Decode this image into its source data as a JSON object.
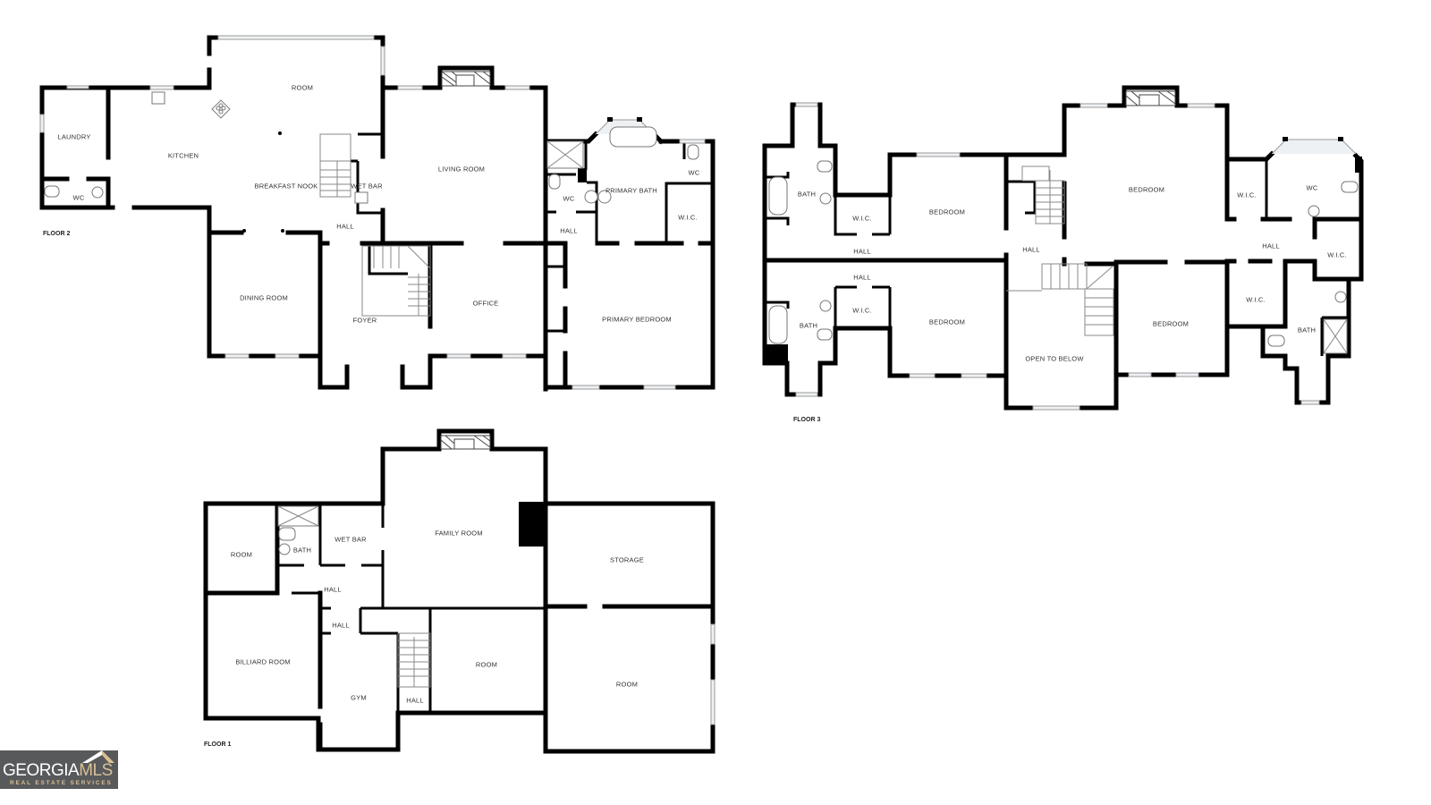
{
  "floors": {
    "floor2": {
      "label": "FLOOR 2",
      "rooms": [
        {
          "name": "laundry",
          "label": "LAUNDRY"
        },
        {
          "name": "wc",
          "label": "WC"
        },
        {
          "name": "kitchen",
          "label": "KITCHEN"
        },
        {
          "name": "room",
          "label": "ROOM"
        },
        {
          "name": "breakfast-nook",
          "label": "BREAKFAST NOOK"
        },
        {
          "name": "wet-bar",
          "label": "WET BAR"
        },
        {
          "name": "hall-1",
          "label": "HALL"
        },
        {
          "name": "living-room",
          "label": "LIVING ROOM"
        },
        {
          "name": "wc-2",
          "label": "WC"
        },
        {
          "name": "primary-bath",
          "label": "PRIMARY BATH"
        },
        {
          "name": "wc-3",
          "label": "WC"
        },
        {
          "name": "wic",
          "label": "W.I.C."
        },
        {
          "name": "hall-2",
          "label": "HALL"
        },
        {
          "name": "dining-room",
          "label": "DINING ROOM"
        },
        {
          "name": "foyer",
          "label": "FOYER"
        },
        {
          "name": "office",
          "label": "OFFICE"
        },
        {
          "name": "primary-bedroom",
          "label": "PRIMARY BEDROOM"
        }
      ]
    },
    "floor3": {
      "label": "FLOOR 3",
      "rooms": [
        {
          "name": "bath-1",
          "label": "BATH"
        },
        {
          "name": "wic-1",
          "label": "W.I.C."
        },
        {
          "name": "hall-1",
          "label": "HALL"
        },
        {
          "name": "bedroom-1",
          "label": "BEDROOM"
        },
        {
          "name": "hall-2",
          "label": "HALL"
        },
        {
          "name": "bedroom-2",
          "label": "BEDROOM"
        },
        {
          "name": "wic-2",
          "label": "W.I.C."
        },
        {
          "name": "wc",
          "label": "WC"
        },
        {
          "name": "hall-3",
          "label": "HALL"
        },
        {
          "name": "wic-3",
          "label": "W.I.C."
        },
        {
          "name": "hall-4",
          "label": "HALL"
        },
        {
          "name": "wic-4",
          "label": "W.I.C."
        },
        {
          "name": "bath-2",
          "label": "BATH"
        },
        {
          "name": "bedroom-3",
          "label": "BEDROOM"
        },
        {
          "name": "open-to-below",
          "label": "OPEN TO BELOW"
        },
        {
          "name": "bedroom-4",
          "label": "BEDROOM"
        },
        {
          "name": "wic-5",
          "label": "W.I.C."
        },
        {
          "name": "bath-3",
          "label": "BATH"
        }
      ]
    },
    "floor1": {
      "label": "FLOOR 1",
      "rooms": [
        {
          "name": "room-1",
          "label": "ROOM"
        },
        {
          "name": "bath",
          "label": "BATH"
        },
        {
          "name": "wet-bar",
          "label": "WET BAR"
        },
        {
          "name": "family-room",
          "label": "FAMILY ROOM"
        },
        {
          "name": "storage",
          "label": "STORAGE"
        },
        {
          "name": "hall-1",
          "label": "HALL"
        },
        {
          "name": "hall-2",
          "label": "HALL"
        },
        {
          "name": "billiard-room",
          "label": "BILLIARD ROOM"
        },
        {
          "name": "gym",
          "label": "GYM"
        },
        {
          "name": "hall-3",
          "label": "HALL"
        },
        {
          "name": "room-2",
          "label": "ROOM"
        },
        {
          "name": "room-3",
          "label": "ROOM"
        }
      ]
    }
  },
  "logo": {
    "primary": "GEORGIA",
    "accent": "MLS",
    "tagline": "REAL ESTATE SERVICES",
    "bg_color": "#58595b",
    "accent_color": "#d9bf95"
  }
}
